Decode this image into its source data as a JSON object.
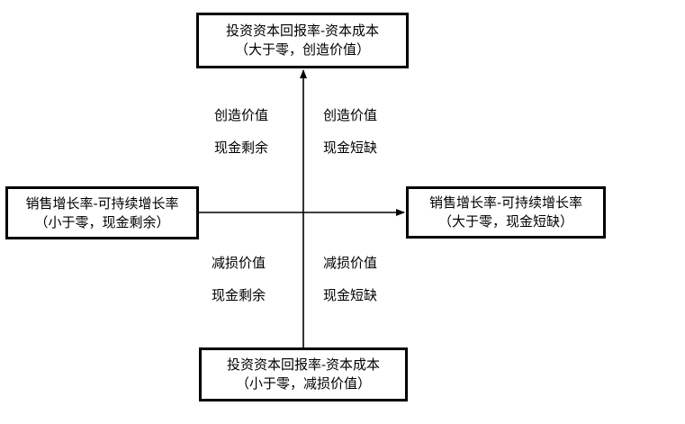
{
  "diagram": {
    "top_box": {
      "line1": "投资资本回报率-资本成本",
      "line2": "（大于零，创造价值）"
    },
    "bottom_box": {
      "line1": "投资资本回报率-资本成本",
      "line2": "（小于零，减损价值）"
    },
    "left_box": {
      "line1": "销售增长率-可持续增长率",
      "line2": "（小于零，现金剩余）"
    },
    "right_box": {
      "line1": "销售增长率-可持续增长率",
      "line2": "（大于零，现金短缺）"
    },
    "quadrants": {
      "top_left": {
        "line1": "创造价值",
        "line2": "现金剩余"
      },
      "top_right": {
        "line1": "创造价值",
        "line2": "现金短缺"
      },
      "bottom_left": {
        "line1": "减损价值",
        "line2": "现金剩余"
      },
      "bottom_right": {
        "line1": "减损价值",
        "line2": "现金短缺"
      }
    },
    "colors": {
      "stroke": "#000000",
      "background": "#ffffff"
    }
  }
}
